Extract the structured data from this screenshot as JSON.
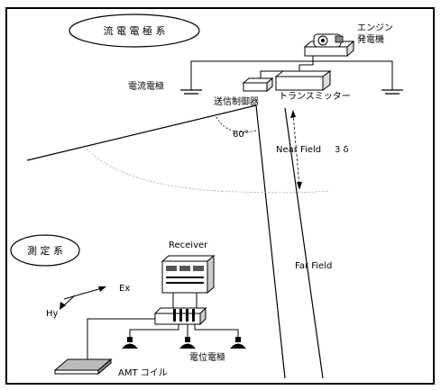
{
  "transmission_system": {
    "section_label": "流 電 電 極 系",
    "engine_generator": "エンジン\n発電機",
    "current_electrode": "電流電極",
    "transmitter_controller": "送信制御器",
    "transmitter": "トランスミッター",
    "angle": "60°"
  },
  "zones": {
    "near_field": "Near Field",
    "near_field_distance": "3 δ",
    "far_field": "Far Field"
  },
  "measurement_system": {
    "section_label": "測 定 系",
    "receiver": "Receiver",
    "ex_axis": "Ex",
    "hy_axis": "Hy",
    "amt_coil": "AMT コイル",
    "potential_electrode": "電位電極"
  }
}
